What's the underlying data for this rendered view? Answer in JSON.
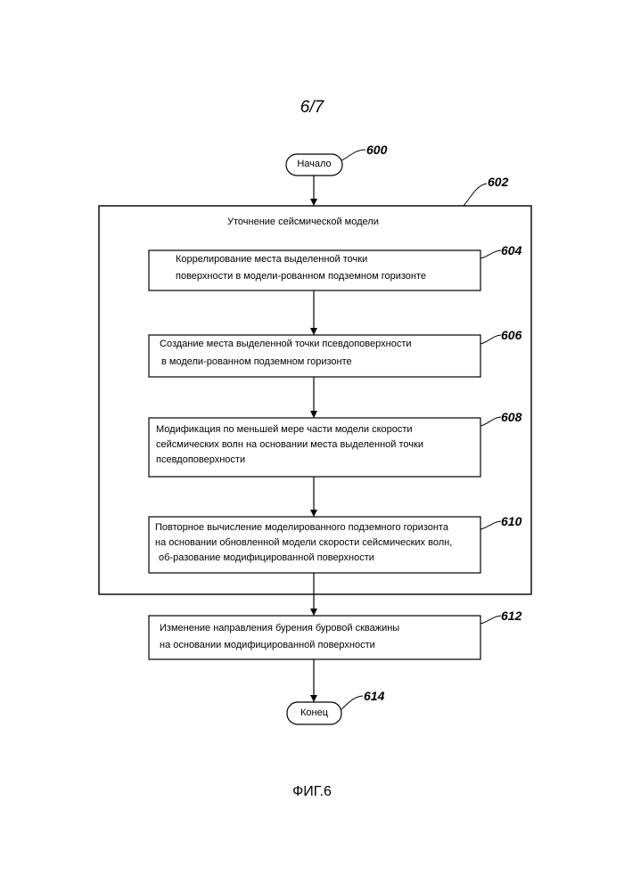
{
  "page_number": "6/7",
  "figure_caption": "ФИГ.6",
  "start": {
    "label": "Начало",
    "ref": "600"
  },
  "end": {
    "label": "Конец",
    "ref": "614"
  },
  "group": {
    "title": "Уточнение сейсмической модели",
    "ref": "602"
  },
  "steps": [
    {
      "ref": "604",
      "lines": [
        "Коррелирование места выделенной точки",
        "поверхности в модели-рованном подземном горизонте"
      ]
    },
    {
      "ref": "606",
      "lines": [
        "Создание места выделенной точки псевдоповерхности",
        "в модели-рованном подземном горизонте"
      ]
    },
    {
      "ref": "608",
      "lines": [
        "Модификация по меньшей мере части модели скорости",
        "сейсмических волн на основании места выделенной точки",
        "псевдоповерхности"
      ]
    },
    {
      "ref": "610",
      "lines": [
        "Повторное вычисление моделированного подземного горизонта",
        "на основании обновленной модели скорости сейсмических волн,",
        "об-разование модифицированной поверхности"
      ]
    },
    {
      "ref": "612",
      "lines": [
        "Изменение направления бурения буровой скважины",
        "на основании модифицированной поверхности"
      ]
    }
  ]
}
